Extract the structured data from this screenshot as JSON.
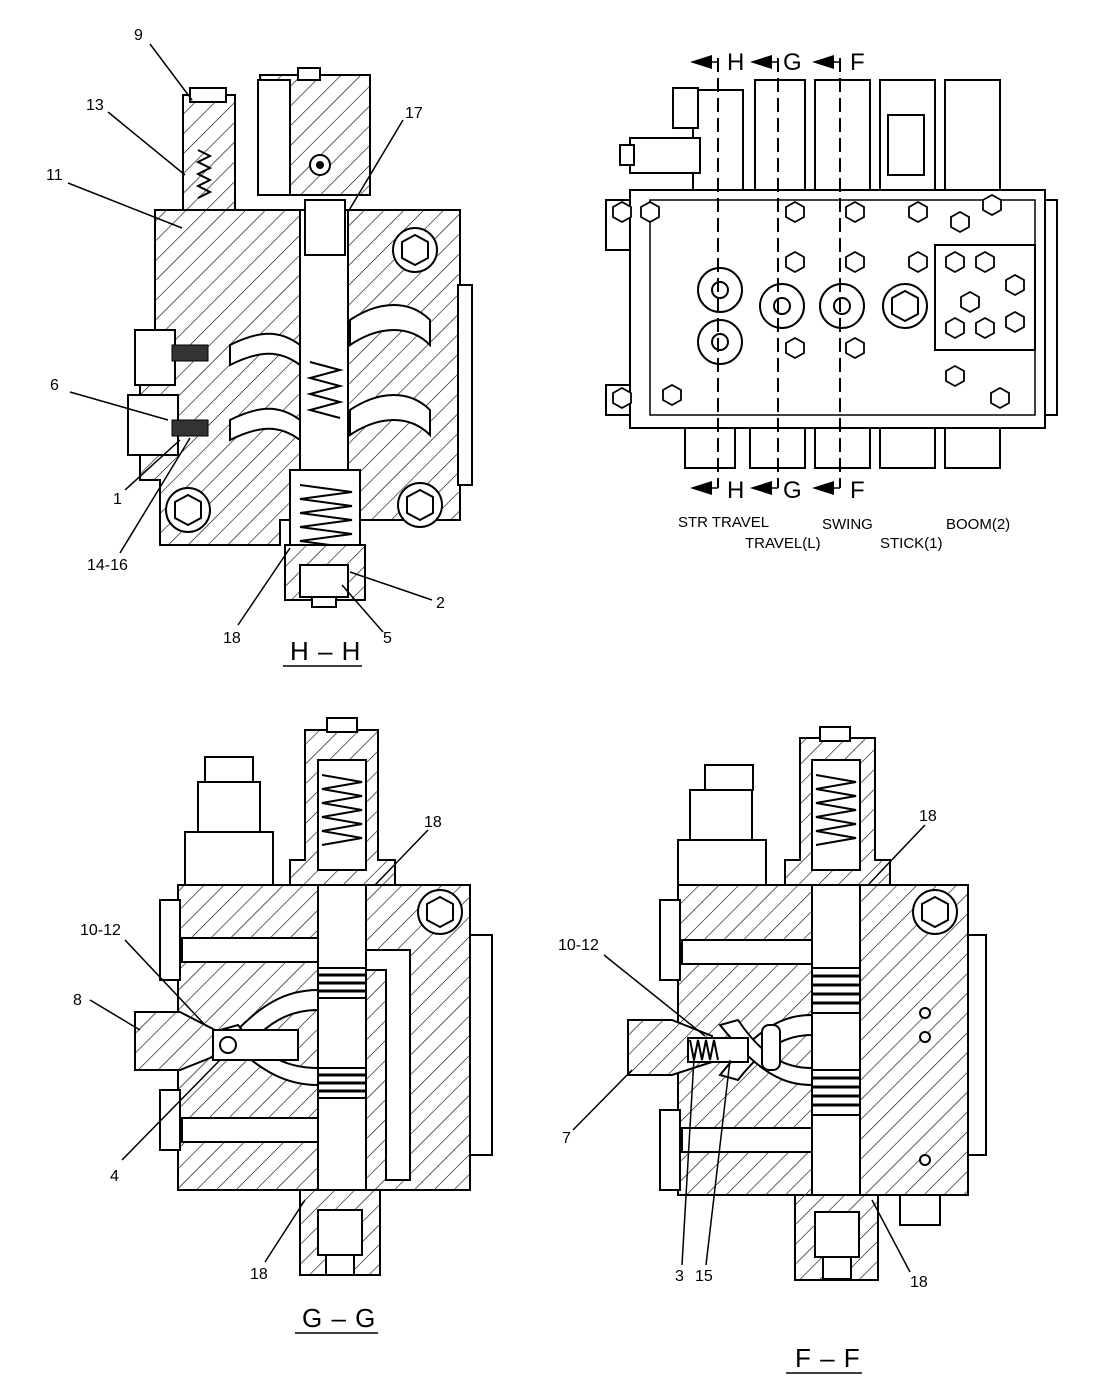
{
  "views": {
    "hh": {
      "title": "H – H",
      "callouts": [
        "9",
        "13",
        "11",
        "6",
        "1",
        "14-16",
        "17",
        "2",
        "5",
        "18"
      ]
    },
    "top": {
      "cut_labels": [
        "H",
        "G",
        "F"
      ],
      "sections": [
        "STR TRAVEL",
        "TRAVEL(L)",
        "SWING",
        "STICK(1)",
        "BOOM(2)"
      ]
    },
    "gg": {
      "title": "G – G",
      "callouts": [
        "10-12",
        "8",
        "18",
        "4",
        "18"
      ]
    },
    "ff": {
      "title": "F – F",
      "callouts": [
        "10-12",
        "18",
        "7",
        "3",
        "15",
        "18"
      ]
    }
  }
}
